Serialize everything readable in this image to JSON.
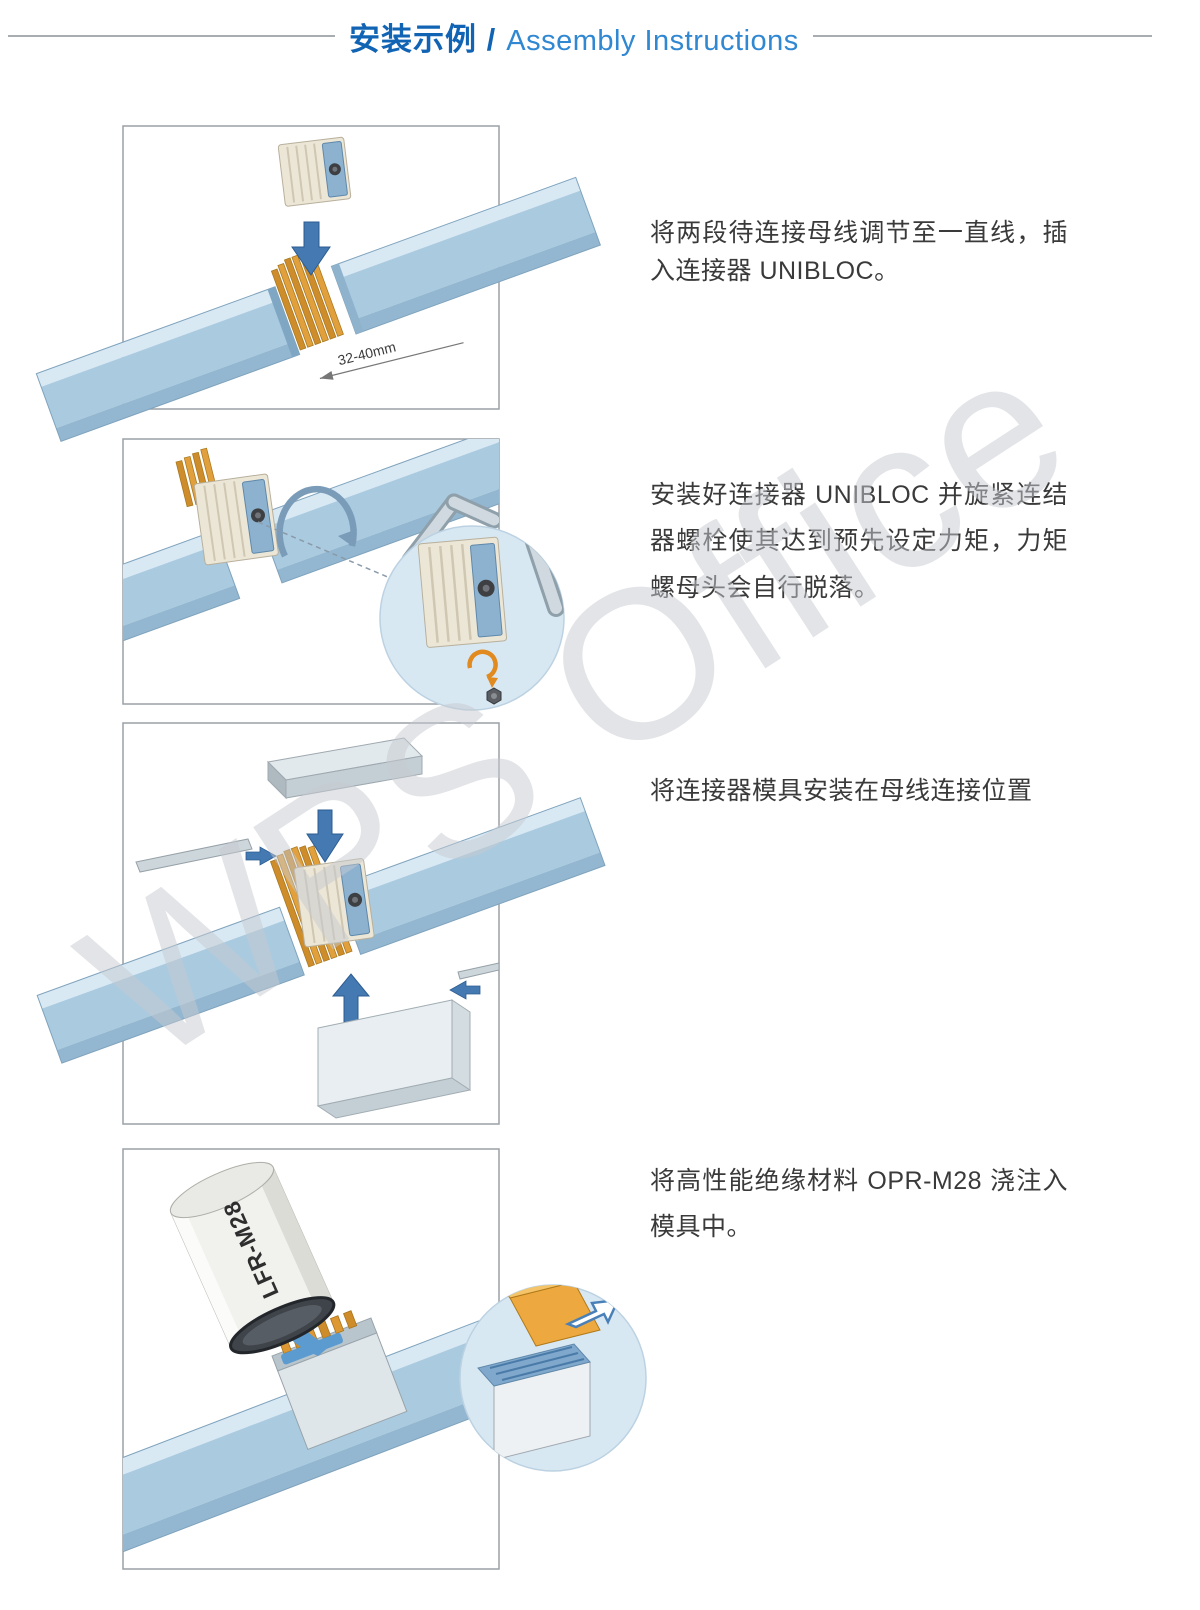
{
  "header": {
    "title_zh": "安装示例 /",
    "title_en": "Assembly Instructions"
  },
  "watermark": "WPS Office",
  "colors": {
    "title_blue": "#1164b4",
    "title_blue_light": "#3087d2",
    "busbar_blue": "#a9cadf",
    "connector_orange": "#e2a03c",
    "arrow_blue": "#4479b2",
    "caption_text": "#3a3a3a"
  },
  "steps": [
    {
      "id": 1,
      "caption": "将两段待连接母线调节至一直线，插入连接器 UNIBLOC。",
      "figure": {
        "dimension_label": "32-40mm"
      }
    },
    {
      "id": 2,
      "caption": "安装好连接器 UNIBLOC 并旋紧连结器螺栓使其达到预先设定力矩，力矩螺母头会自行脱落。",
      "figure": {}
    },
    {
      "id": 3,
      "caption": "将连接器模具安装在母线连接位置",
      "figure": {}
    },
    {
      "id": 4,
      "caption": "将高性能绝缘材料 OPR-M28 浇注入模具中。",
      "figure": {
        "can_label": "LFR-M28"
      }
    }
  ]
}
